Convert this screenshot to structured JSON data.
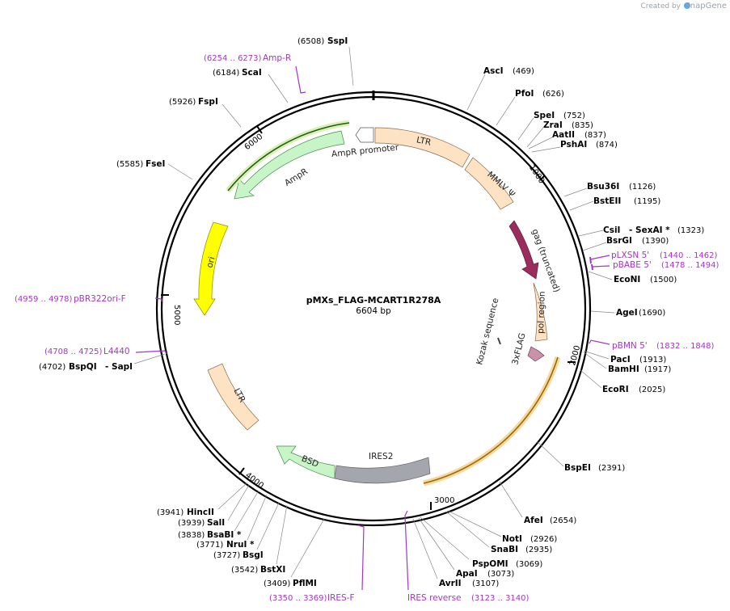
{
  "header": {
    "credit_text": "Created by",
    "brand": "SnapGene",
    "brand_color": "#9aa3ad"
  },
  "plasmid": {
    "name": "pMXs_FLAG-MCART1R278A",
    "size_label": "6604 bp",
    "total_bp": 6604
  },
  "ticks": [
    "1000",
    "2000",
    "3000",
    "4000",
    "5000",
    "6000"
  ],
  "features": [
    {
      "label": "LTR",
      "color": "#fde2c4"
    },
    {
      "label": "MMLV Ψ",
      "color": "#fde2c4"
    },
    {
      "label": "gag (truncated)",
      "color": "#9b2c5e"
    },
    {
      "label": "pol region",
      "color": "#fde2c4"
    },
    {
      "label": "Kozak sequence",
      "color": "#555555"
    },
    {
      "label": "3xFLAG",
      "color": "#c893a8"
    },
    {
      "label": "IRES2",
      "color": "#a3a7ad"
    },
    {
      "label": "BSD",
      "color": "#c8f5c8"
    },
    {
      "label": "LTR",
      "color": "#fde2c4"
    },
    {
      "label": "ori",
      "color": "#ffff00"
    },
    {
      "label": "AmpR",
      "color": "#c8f5c8"
    },
    {
      "label": "AmpR promoter",
      "color": "#ffffff"
    }
  ],
  "sites": [
    {
      "name": "SspI",
      "pos": "(6508)"
    },
    {
      "name": "AscI",
      "pos": "(469)"
    },
    {
      "name": "PfoI",
      "pos": "(626)"
    },
    {
      "name": "SpeI",
      "pos": "(752)"
    },
    {
      "name": "ZraI",
      "pos": "(835)"
    },
    {
      "name": "AatII",
      "pos": "(837)"
    },
    {
      "name": "PshAI",
      "pos": "(874)"
    },
    {
      "name": "Bsu36I",
      "pos": "(1126)"
    },
    {
      "name": "BstEII",
      "pos": "(1195)"
    },
    {
      "name": "CsiI",
      "name2": "- SexAI *",
      "pos": "(1323)"
    },
    {
      "name": "BsrGI",
      "pos": "(1390)"
    },
    {
      "name": "EcoNI",
      "pos": "(1500)"
    },
    {
      "name": "AgeI",
      "pos": "(1690)"
    },
    {
      "name": "PacI",
      "pos": "(1913)"
    },
    {
      "name": "BamHI",
      "pos": "(1917)"
    },
    {
      "name": "EcoRI",
      "pos": "(2025)"
    },
    {
      "name": "BspEI",
      "pos": "(2391)"
    },
    {
      "name": "AfeI",
      "pos": "(2654)"
    },
    {
      "name": "NotI",
      "pos": "(2926)"
    },
    {
      "name": "SnaBI",
      "pos": "(2935)"
    },
    {
      "name": "PspOMI",
      "pos": "(3069)"
    },
    {
      "name": "ApaI",
      "pos": "(3073)"
    },
    {
      "name": "AvrII",
      "pos": "(3107)"
    },
    {
      "name": "PflMI",
      "pos": "(3409)"
    },
    {
      "name": "BstXI",
      "pos": "(3542)"
    },
    {
      "name": "BsgI",
      "pos": "(3727)"
    },
    {
      "name": "NruI *",
      "pos": "(3771)"
    },
    {
      "name": "BsaBI *",
      "pos": "(3838)"
    },
    {
      "name": "SalI",
      "pos": "(3939)"
    },
    {
      "name": "HincII",
      "pos": "(3941)"
    },
    {
      "name": "BspQI",
      "name2": "- SapI",
      "pos": "(4702)"
    },
    {
      "name": "FseI",
      "pos": "(5585)"
    },
    {
      "name": "FspI",
      "pos": "(5926)"
    },
    {
      "name": "ScaI",
      "pos": "(6184)"
    }
  ],
  "primers": [
    {
      "name": "Amp-R",
      "range": "(6254 .. 6273)"
    },
    {
      "name": "pLXSN 5'",
      "range": "(1440 .. 1462)"
    },
    {
      "name": "pBABE 5'",
      "range": "(1478 .. 1494)"
    },
    {
      "name": "pBMN 5'",
      "range": "(1832 .. 1848)"
    },
    {
      "name": "IRES reverse",
      "range": "(3123 .. 3140)"
    },
    {
      "name": "IRES-F",
      "range": "(3350 .. 3369)"
    },
    {
      "name": "L4440",
      "range": "(4708 .. 4725)"
    },
    {
      "name": "pBR322ori-F",
      "range": "(4959 .. 4978)"
    }
  ],
  "colors": {
    "primer": "#a534c8",
    "backbone": "#000000"
  }
}
